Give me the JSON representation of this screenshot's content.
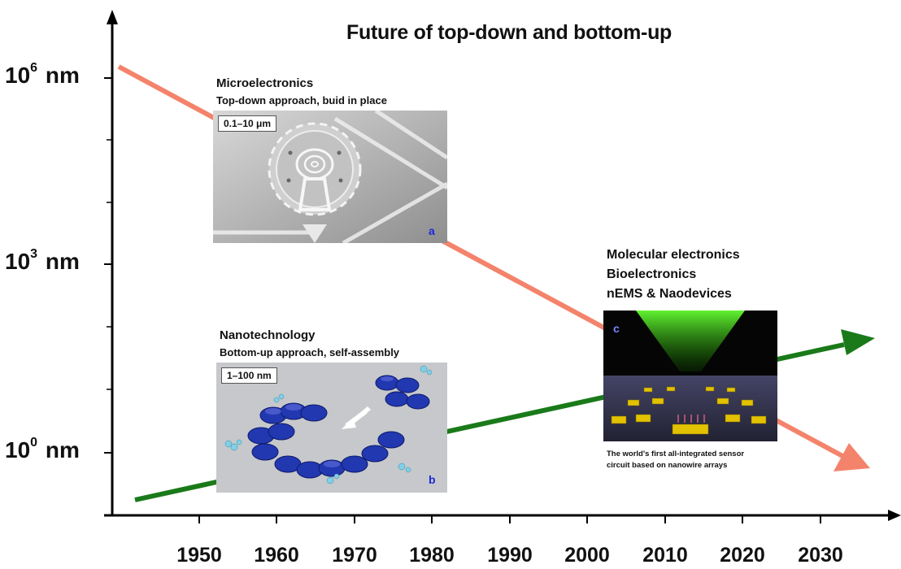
{
  "title": "Future of top-down and bottom-up",
  "y_axis": {
    "ticks": [
      {
        "base": "10",
        "exp": "6",
        "unit": "nm"
      },
      {
        "base": "10",
        "exp": "3",
        "unit": "nm"
      },
      {
        "base": "10",
        "exp": "0",
        "unit": "nm"
      }
    ]
  },
  "x_axis": {
    "ticks": [
      "1950",
      "1960",
      "1970",
      "1980",
      "1990",
      "2000",
      "2010",
      "2020",
      "2030"
    ]
  },
  "top_down": {
    "heading": "Microelectronics",
    "subheading": "Top-down approach, buid in place",
    "scale": "0.1–10 μm",
    "panel_label": "a",
    "arrow_color": "#f4836c"
  },
  "bottom_up": {
    "heading": "Nanotechnology",
    "subheading": "Bottom-up approach, self-assembly",
    "scale": "1–100 nm",
    "panel_label": "b",
    "arrow_color": "#1a7a1a"
  },
  "future": {
    "lines": [
      "Molecular electronics",
      "Bioelectronics",
      "nEMS & Naodevices"
    ],
    "panel_label": "c",
    "sensor_caption": [
      "The world's first all-integrated sensor",
      "circuit based on nanowire arrays"
    ]
  },
  "icons": [
    "gear-micrograph-image",
    "protein-assembly-image",
    "nanowire-array-image"
  ]
}
